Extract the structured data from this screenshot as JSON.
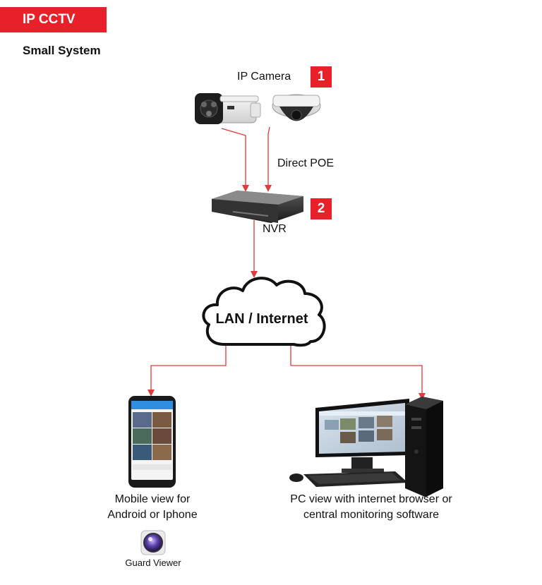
{
  "header": {
    "banner_label": "IP CCTV",
    "subtitle": "Small System"
  },
  "camera": {
    "label": "IP Camera",
    "badge": "1"
  },
  "link_label": "Direct POE",
  "nvr": {
    "label": "NVR",
    "badge": "2"
  },
  "network": {
    "label": "LAN / Internet"
  },
  "mobile": {
    "label_line1": "Mobile view for",
    "label_line2": "Android or Iphone",
    "app_name": "Guard Viewer"
  },
  "pc": {
    "label_line1": "PC view with internet browser or",
    "label_line2": "central monitoring software"
  },
  "colors": {
    "accent": "#e8202a",
    "connector": "#e03a3a"
  }
}
